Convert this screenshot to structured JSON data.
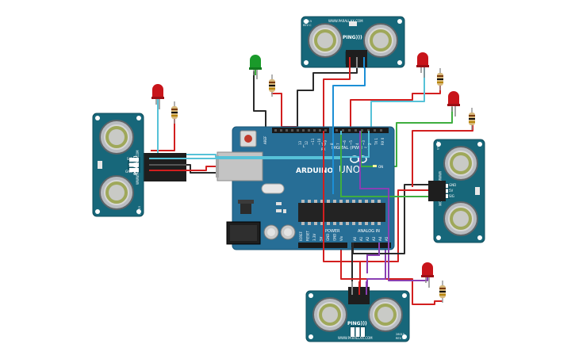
{
  "sensor": {
    "ping_label": "PING)))",
    "brand": "WWW.PARALLAX.COM",
    "part_number": "28015",
    "revision": "REV C",
    "pin_gnd": "GND",
    "pin_5v": "5V",
    "pin_sig": "SIG"
  },
  "arduino": {
    "logo": "ARDUINO",
    "model": "UNO",
    "digital_label": "DIGITAL (PWM ~)",
    "power_label": "POWER",
    "analog_label": "ANALOG IN",
    "aref": "AREF",
    "on_label": "ON",
    "tx": "TX",
    "rx": "RX",
    "l_label": "L",
    "digital_pins": [
      "13",
      "12",
      "~11",
      "~10",
      "~9",
      "8",
      "7",
      "~6",
      "~5",
      "4",
      "~3",
      "2",
      "TX 1",
      "RX 0"
    ],
    "power_pins": [
      "IOREF",
      "RESET",
      "3.3V",
      "5V",
      "GND",
      "GND",
      "Vin"
    ],
    "analog_pins": [
      "A0",
      "A1",
      "A2",
      "A3",
      "A4",
      "A5"
    ]
  },
  "colors": {
    "sensor_board": "#17677a",
    "arduino_board": "#276e96",
    "wire_red": "#d21f1f",
    "wire_black": "#2a2a2a",
    "wire_blue": "#1c8fd6",
    "wire_lightblue": "#56c2d8",
    "wire_green": "#3fae3f",
    "wire_purple": "#8a3fb3",
    "led_red": "#c8141a",
    "led_green": "#1a9a2a"
  }
}
